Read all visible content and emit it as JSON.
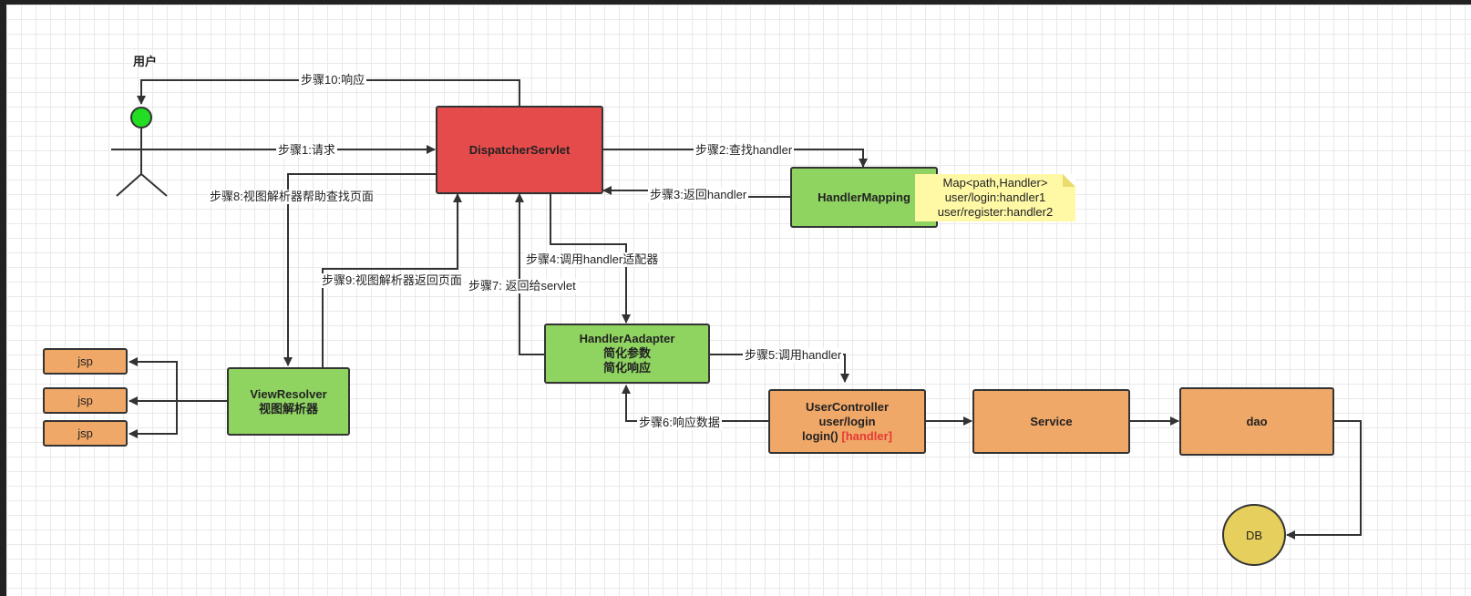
{
  "actor": {
    "label": "用户",
    "head_color": "#22dd22"
  },
  "colors": {
    "servlet": "#e54b4b",
    "component": "#8fd461",
    "business": "#f0a868",
    "db": "#e6cf5c",
    "note": "#fff9a6",
    "highlight": "#e53935"
  },
  "nodes": {
    "dispatcher": {
      "label": "DispatcherServlet"
    },
    "handler_mapping": {
      "label": "HandlerMapping"
    },
    "handler_adapter": {
      "line1": "HandlerAadapter",
      "line2": "简化参数",
      "line3": "简化响应"
    },
    "view_resolver": {
      "line1": "ViewResolver",
      "line2": "视图解析器"
    },
    "user_controller": {
      "line1": "UserController",
      "line2": "user/login",
      "line3": "login()",
      "highlight": "[handler]"
    },
    "service": {
      "label": "Service"
    },
    "dao": {
      "label": "dao"
    },
    "db": {
      "label": "DB"
    },
    "jsp": [
      "jsp",
      "jsp",
      "jsp"
    ]
  },
  "note": {
    "lines": [
      "Map<path,Handler>",
      "user/login:handler1",
      "user/register:handler2"
    ]
  },
  "steps": {
    "s1": "步骤1:请求",
    "s2": "步骤2:查找handler",
    "s3": "步骤3:返回handler",
    "s4": "步骤4:调用handler适配器",
    "s5": "步骤5:调用handler",
    "s6": "步骤6:响应数据",
    "s7": "步骤7: 返回给servlet",
    "s8": "步骤8:视图解析器帮助查找页面",
    "s9": "步骤9:视图解析器返回页面",
    "s10": "步骤10:响应"
  }
}
